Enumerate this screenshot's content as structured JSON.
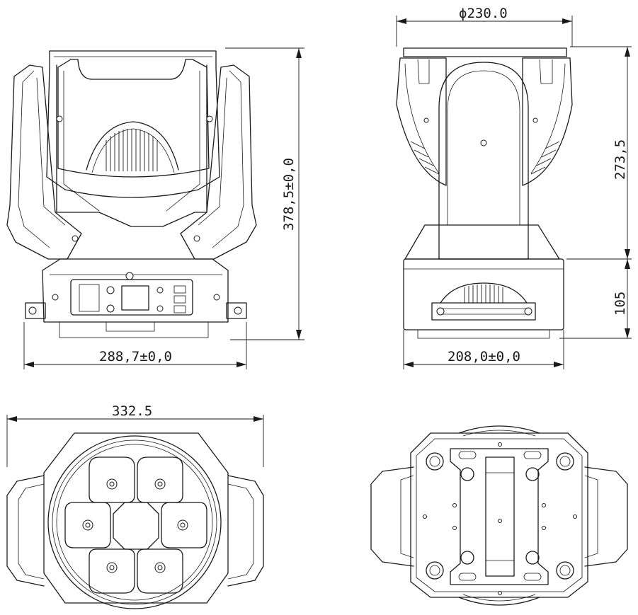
{
  "dimensions": {
    "front_height": "378,5±0,0",
    "front_width": "288,7±0,0",
    "side_diameter": "ϕ230.0",
    "side_upper_height": "273,5",
    "side_base_height": "105",
    "side_width": "208,0±0,0",
    "top_width": "332.5"
  },
  "colors": {
    "line": "#1a1a1a",
    "background": "#ffffff"
  }
}
